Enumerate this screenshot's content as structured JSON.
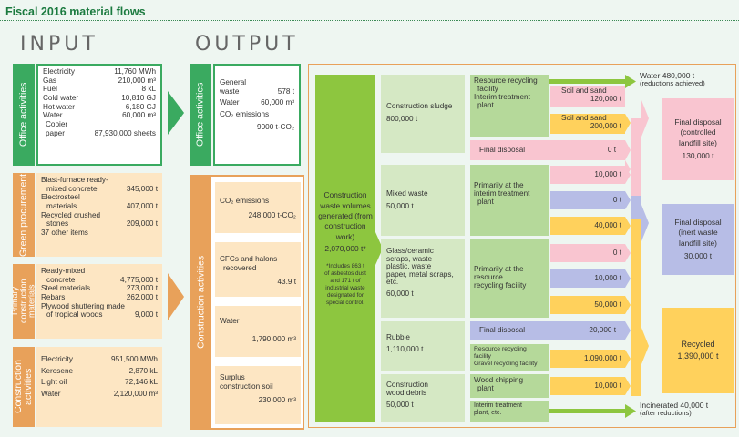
{
  "title": "Fiscal 2016 material flows",
  "input": "INPUT",
  "output": "OUTPUT",
  "office": {
    "label": "Office activities",
    "items": [
      [
        "Electricity",
        "11,760 MWh"
      ],
      [
        "Gas",
        "210,000 m³"
      ],
      [
        "Fuel",
        "8 kL"
      ],
      [
        "Cold water",
        "10,810 GJ"
      ],
      [
        "Hot water",
        "6,180 GJ"
      ],
      [
        "Water",
        "60,000 m³"
      ]
    ],
    "copier": "Copier",
    "paper_label": "paper",
    "paper_value": "87,930,000 sheets"
  },
  "green": {
    "label": "Green procurement",
    "items": [
      [
        "Blast-furnace ready-",
        ""
      ],
      [
        "mixed concrete",
        "345,000 t"
      ],
      [
        "Electrosteel",
        ""
      ],
      [
        "materials",
        "407,000 t"
      ],
      [
        "Recycled crushed",
        ""
      ],
      [
        "stones",
        "209,000 t"
      ],
      [
        "37 other items",
        ""
      ]
    ]
  },
  "primary": {
    "label": "Primary construction materials",
    "items": [
      [
        "Ready-mixed",
        ""
      ],
      [
        "concrete",
        "4,775,000 t"
      ],
      [
        "Steel materials",
        "273,000 t"
      ],
      [
        "Rebars",
        "262,000 t"
      ],
      [
        "Plywood shuttering made",
        ""
      ],
      [
        "of tropical woods",
        "9,000 t"
      ]
    ]
  },
  "constr_in": {
    "label": "Construction activities",
    "items": [
      [
        "Electricity",
        "951,500 MWh"
      ],
      [
        "Kerosene",
        "2,870 kL"
      ],
      [
        "Light oil",
        "72,146 kL"
      ],
      [
        "Water",
        "2,120,000 m³"
      ]
    ]
  },
  "out_office": {
    "label": "Office activities",
    "general": "General",
    "waste": "waste",
    "waste_val": "578 t",
    "water": "Water",
    "water_val": "60,000 m³",
    "co2": "CO₂ emissions",
    "co2_val": "9000 t-CO₂"
  },
  "out_constr": {
    "label": "Construction activities",
    "co2": "CO₂ emissions",
    "co2_val": "248,000 t-CO₂",
    "cfc1": "CFCs and halons",
    "cfc2": "recovered",
    "cfc_val": "43.9 t",
    "water": "Water",
    "water_val": "1,790,000 m³",
    "soil1": "Surplus",
    "soil2": "construction soil",
    "soil_val": "230,000 m³"
  },
  "cwv": {
    "l1": "Construction",
    "l2": "waste volumes",
    "l3": "generated (from",
    "l4": "construction",
    "l5": "work)",
    "val": "2,070,000 t*",
    "n1": "*Includes 863 t",
    "n2": "of asbestos dust",
    "n3": "and 171 t of",
    "n4": "industrial waste",
    "n5": "designated for",
    "n6": "special control."
  },
  "types": [
    {
      "l1": "Construction sludge",
      "l2": "",
      "l3": "",
      "l4": "",
      "val": "800,000 t"
    },
    {
      "l1": "Mixed waste",
      "l2": "",
      "l3": "",
      "l4": "",
      "val": "50,000 t"
    },
    {
      "l1": "Glass/ceramic",
      "l2": "scraps, waste",
      "l3": "plastic, waste",
      "l4": "paper, metal scraps, etc.",
      "val": "60,000 t"
    },
    {
      "l1": "Rubble",
      "l2": "",
      "l3": "",
      "l4": "",
      "val": "1,110,000 t"
    },
    {
      "l1": "Construction",
      "l2": "wood debris",
      "l3": "",
      "l4": "",
      "val": "50,000 t"
    }
  ],
  "treat": {
    "rr1": "Resource recycling",
    "rr2": "facility",
    "rr3": "Interim treatment",
    "rr4": "plant",
    "fd": "Final disposal",
    "fd_val": "0 t",
    "pi1": "Primarily at the",
    "pi2": "interim treatment",
    "pi3": "plant",
    "pr1": "Primarily at the",
    "pr2": "resource",
    "pr3": "recycling facility",
    "fd2": "Final disposal",
    "fd2_val": "20,000 t",
    "rg1": "Resource recycling facility",
    "rg2": "Gravel recycling facility",
    "wc1": "Wood chipping",
    "wc2": "plant",
    "it1": "Interim treatment",
    "it2": "plant, etc."
  },
  "ss1": {
    "l": "Soil and sand",
    "v": "120,000 t"
  },
  "ss2": {
    "l": "Soil and sand",
    "v": "200,000 t"
  },
  "vals": {
    "v10a": "10,000 t",
    "v0a": "0 t",
    "v40": "40,000 t",
    "v0b": "0 t",
    "v10b": "10,000 t",
    "v50": "50,000 t",
    "v1090": "1,090,000 t",
    "v10c": "10,000 t"
  },
  "water480": {
    "l1": "Water 480,000 t",
    "l2": "(reductions achieved)"
  },
  "fd_ctrl": {
    "l1": "Final disposal",
    "l2": "(controlled",
    "l3": "landfill site)",
    "v": "130,000 t"
  },
  "fd_inert": {
    "l1": "Final disposal",
    "l2": "(inert waste",
    "l3": "landfill site)",
    "v": "30,000 t"
  },
  "recycled": {
    "l": "Recycled",
    "v": "1,390,000 t"
  },
  "incin": {
    "l1": "Incinerated 40,000 t",
    "l2": "(after reductions)"
  },
  "colors": {
    "green": "#8dc63f",
    "pink": "#f9c5d0",
    "blue": "#b7bde6",
    "yellow": "#ffd15c",
    "orange": "#e8a15a"
  }
}
